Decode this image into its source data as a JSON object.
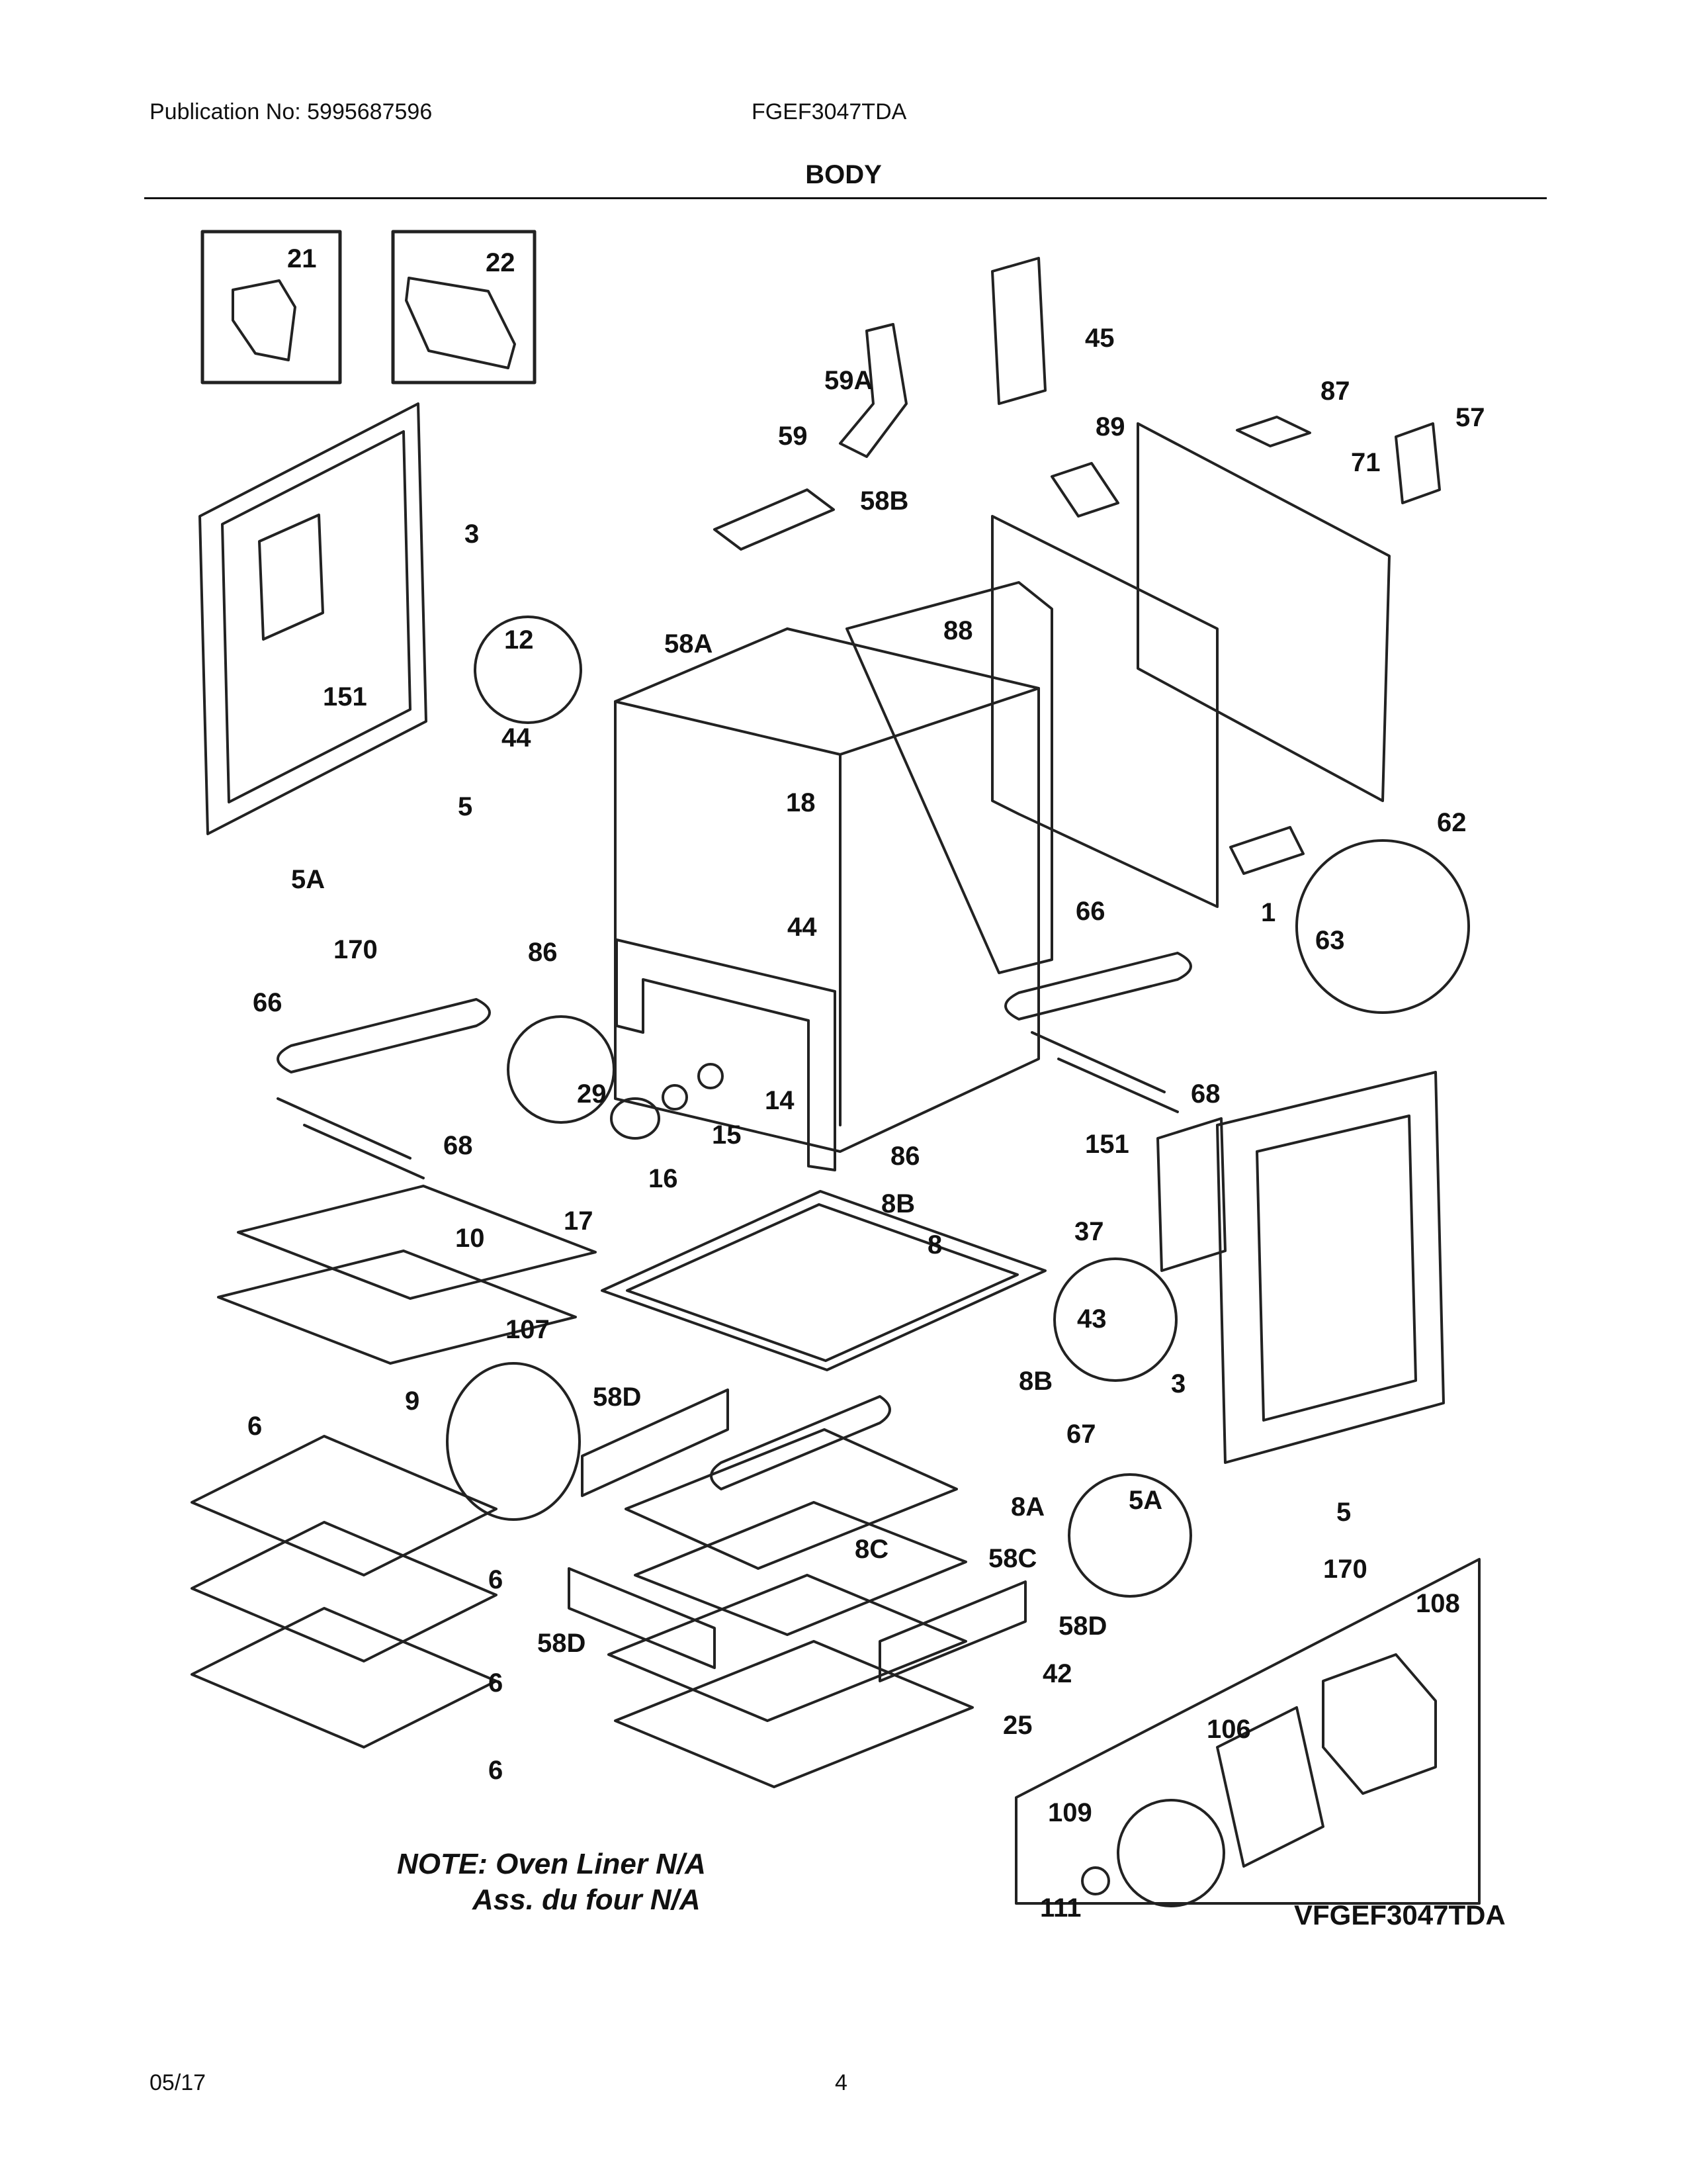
{
  "header": {
    "publication": "Publication No: 5995687596",
    "model": "FGEF3047TDA",
    "section_title": "BODY"
  },
  "footer": {
    "date": "05/17",
    "page": "4"
  },
  "note": {
    "line1": "NOTE: Oven Liner N/A",
    "line2": "Ass. du four N/A"
  },
  "kit_label": "VFGEF3047TDA",
  "callouts": {
    "c21": "21",
    "c22": "22",
    "c3a": "3",
    "c151a": "151",
    "c5a": "5",
    "c5Aa": "5A",
    "c170a": "170",
    "c12": "12",
    "c44a": "44",
    "c58A": "58A",
    "c18": "18",
    "c44b": "44",
    "c86a": "86",
    "c59A": "59A",
    "c59": "59",
    "c58B": "58B",
    "c88": "88",
    "c45": "45",
    "c89": "89",
    "c87": "87",
    "c57": "57",
    "c71": "71",
    "c62": "62",
    "c63": "63",
    "c1": "1",
    "c66a": "66",
    "c68a": "68",
    "c29": "29",
    "c14": "14",
    "c15": "15",
    "c16": "16",
    "c17": "17",
    "c86b": "86",
    "c66b": "66",
    "c68b": "68",
    "c151b": "151",
    "c37": "37",
    "c8B1": "8B",
    "c8": "8",
    "c43": "43",
    "c8B2": "8B",
    "c3b": "3",
    "c10": "10",
    "c9": "9",
    "c107": "107",
    "c6a": "6",
    "c6b": "6",
    "c6c": "6",
    "c6d": "6",
    "c58D1": "58D",
    "c67": "67",
    "c8A": "8A",
    "c8C": "8C",
    "c58C": "58C",
    "c58D2": "58D",
    "c58D3": "58D",
    "c42": "42",
    "c25": "25",
    "c5Ab": "5A",
    "c5b": "5",
    "c170b": "170",
    "c108": "108",
    "c106": "106",
    "c109": "109",
    "c111": "111"
  }
}
